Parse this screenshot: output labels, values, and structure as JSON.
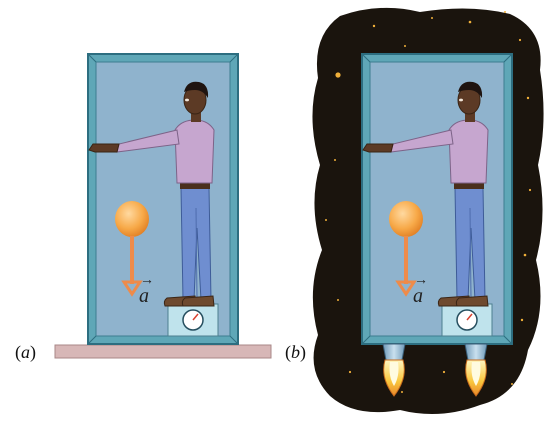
{
  "panels": [
    {
      "id": "a",
      "caption": "a",
      "accel_label": "a",
      "setting": "floor"
    },
    {
      "id": "b",
      "caption": "b",
      "accel_label": "a",
      "setting": "space"
    }
  ],
  "colors": {
    "box_frame": "#5fa7b7",
    "box_inner": "#8fb3cd",
    "floor": "#d7b7b7",
    "space": "#1a140d",
    "star": "#f0b03a",
    "ball": "#f5a23b",
    "arrow": "#ee8b4a",
    "shirt": "#c6a6cf",
    "jeans": "#6f8ed0",
    "skin": "#5c3a25",
    "shoes": "#6e4a2f",
    "scale": "#bfe3ec"
  }
}
